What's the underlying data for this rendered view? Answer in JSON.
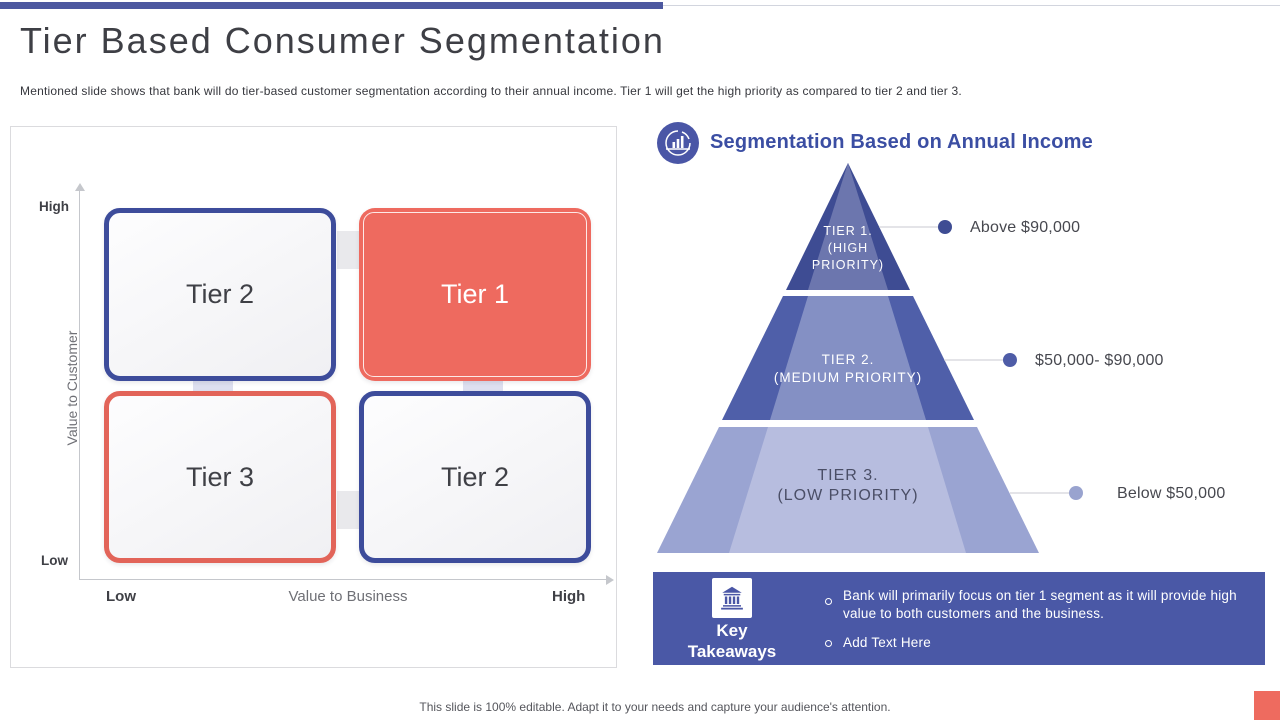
{
  "header": {
    "title": "Tier Based Consumer Segmentation",
    "subtitle": "Mentioned slide shows that bank will do tier-based customer segmentation according to their annual income. Tier 1 will get the high priority as compared to tier 2 and tier 3."
  },
  "matrix": {
    "y_axis": {
      "label": "Value to Customer",
      "high": "High",
      "low": "Low"
    },
    "x_axis": {
      "label": "Value to Business",
      "low": "Low",
      "high": "High"
    },
    "quadrants": {
      "top_left": "Tier 2",
      "top_right": "Tier 1",
      "bottom_left": "Tier 3",
      "bottom_right": "Tier 2"
    }
  },
  "income_segmentation": {
    "heading": "Segmentation Based on Annual Income",
    "icon": "pie-chart-icon",
    "tiers": [
      {
        "name": "Tier 1",
        "priority": "HIGH PRIORITY",
        "label": "TIER 1.\n(HIGH\nPRIORITY)",
        "income": "Above $90,000",
        "color": "#3E4C93"
      },
      {
        "name": "Tier 2",
        "priority": "MEDIUM PRIORITY",
        "label": "TIER 2.\n(MEDIUM PRIORITY)",
        "income": "$50,000- $90,000",
        "color": "#4F5FA9"
      },
      {
        "name": "Tier 3",
        "priority": "LOW PRIORITY",
        "label": "TIER 3.\n(LOW PRIORITY)",
        "income": "Below $50,000",
        "color": "#9AA4D2"
      }
    ]
  },
  "key_takeaways": {
    "title": "Key Takeaways",
    "icon": "bank-icon",
    "bullets": [
      "Bank will primarily focus on tier 1 segment as it will provide high value to both customers and the business.",
      "Add Text Here"
    ]
  },
  "footer": {
    "note": "This slide is 100% editable. Adapt it to your needs and capture your audience's attention."
  },
  "colors": {
    "accent_bar": "#4D58A0",
    "heading_blue": "#3B4EA3",
    "coral": "#EE6A5F",
    "quadrant_blue_border": "#3D4C9B",
    "takeaways_bg": "#4A58A6",
    "tier1": "#3E4C93",
    "tier2": "#4F5FA9",
    "tier3": "#9AA4D2"
  }
}
